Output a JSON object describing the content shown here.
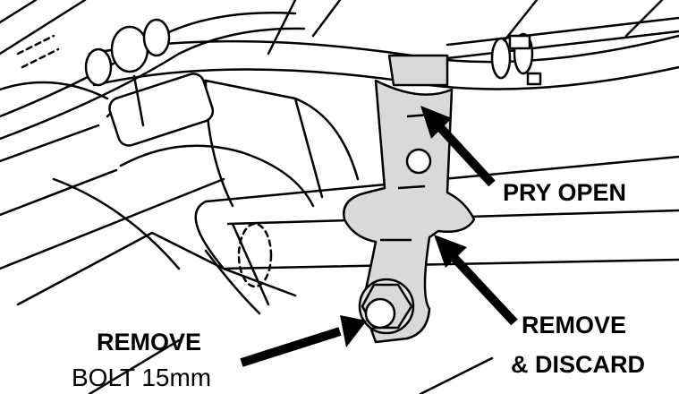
{
  "callouts": {
    "pry_open": "PRY OPEN",
    "remove_discard": {
      "line1": "REMOVE",
      "line2": "& DISCARD"
    },
    "remove_bolt": {
      "line1": "REMOVE",
      "line2": "BOLT 15mm"
    }
  },
  "colors": {
    "line": "#000000",
    "bracket_fill": "#d9d9d9",
    "background": "#ffffff"
  }
}
